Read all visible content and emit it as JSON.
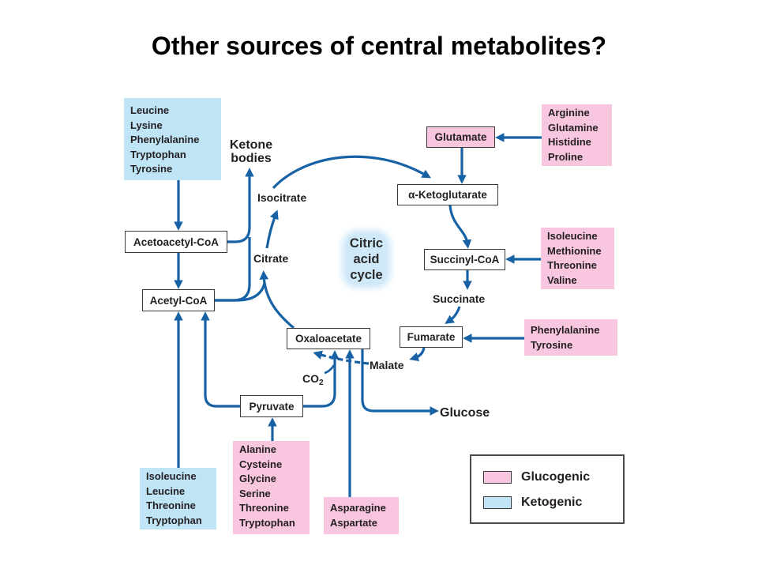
{
  "title": "Other sources of central metabolites?",
  "colors": {
    "arrow": "#1761a5",
    "glucogenic": "#f8c6de",
    "ketogenic": "#bfe4f6",
    "cycle_highlight": "#cfe9f8"
  },
  "metabolites": {
    "acetoacetyl_coa": "Acetoacetyl-CoA",
    "acetyl_coa": "Acetyl-CoA",
    "glutamate": "Glutamate",
    "alpha_ketoglutarate": "α-Ketoglutarate",
    "succinyl_coa": "Succinyl-CoA",
    "fumarate": "Fumarate",
    "oxaloacetate": "Oxaloacetate",
    "pyruvate": "Pyruvate"
  },
  "labels": {
    "ketone_bodies": [
      "Ketone",
      "bodies"
    ],
    "isocitrate": "Isocitrate",
    "citrate": "Citrate",
    "succinate": "Succinate",
    "malate": "Malate",
    "glucose": "Glucose",
    "co2": {
      "base": "CO",
      "subscript": "2"
    },
    "citric_acid_cycle": [
      "Citric",
      "acid",
      "cycle"
    ]
  },
  "amino_acid_groups": {
    "to_acetoacetyl_coa": [
      "Leucine",
      "Lysine",
      "Phenylalanine",
      "Tryptophan",
      "Tyrosine"
    ],
    "to_glutamate": [
      "Arginine",
      "Glutamine",
      "Histidine",
      "Proline"
    ],
    "to_succinyl_coa": [
      "Isoleucine",
      "Methionine",
      "Threonine",
      "Valine"
    ],
    "to_fumarate": [
      "Phenylalanine",
      "Tyrosine"
    ],
    "to_pyruvate": [
      "Alanine",
      "Cysteine",
      "Glycine",
      "Serine",
      "Threonine",
      "Tryptophan"
    ],
    "to_acetyl_coa": [
      "Isoleucine",
      "Leucine",
      "Threonine",
      "Tryptophan"
    ],
    "to_oxaloacetate": [
      "Asparagine",
      "Aspartate"
    ]
  },
  "legend": [
    {
      "label": "Glucogenic",
      "color": "#f8c6de"
    },
    {
      "label": "Ketogenic",
      "color": "#bfe4f6"
    }
  ]
}
